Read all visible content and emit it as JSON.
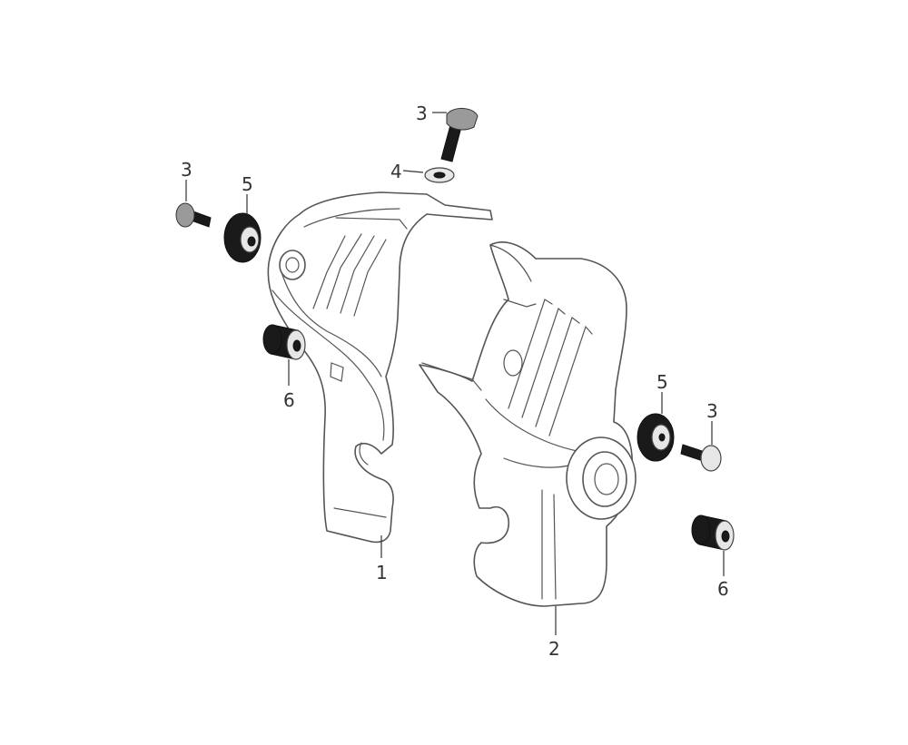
{
  "callouts": {
    "c1": "1",
    "c2": "2",
    "c3_top": "3",
    "c3_left": "3",
    "c3_right": "3",
    "c4": "4",
    "c5_left": "5",
    "c5_right": "5",
    "c6_left": "6",
    "c6_right": "6"
  }
}
